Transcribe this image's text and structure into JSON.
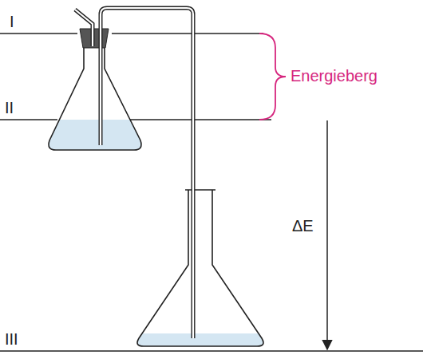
{
  "diagram": {
    "labels": [
      "I",
      "II",
      "III",
      "Energieberg",
      "ΔE"
    ]
  }
}
